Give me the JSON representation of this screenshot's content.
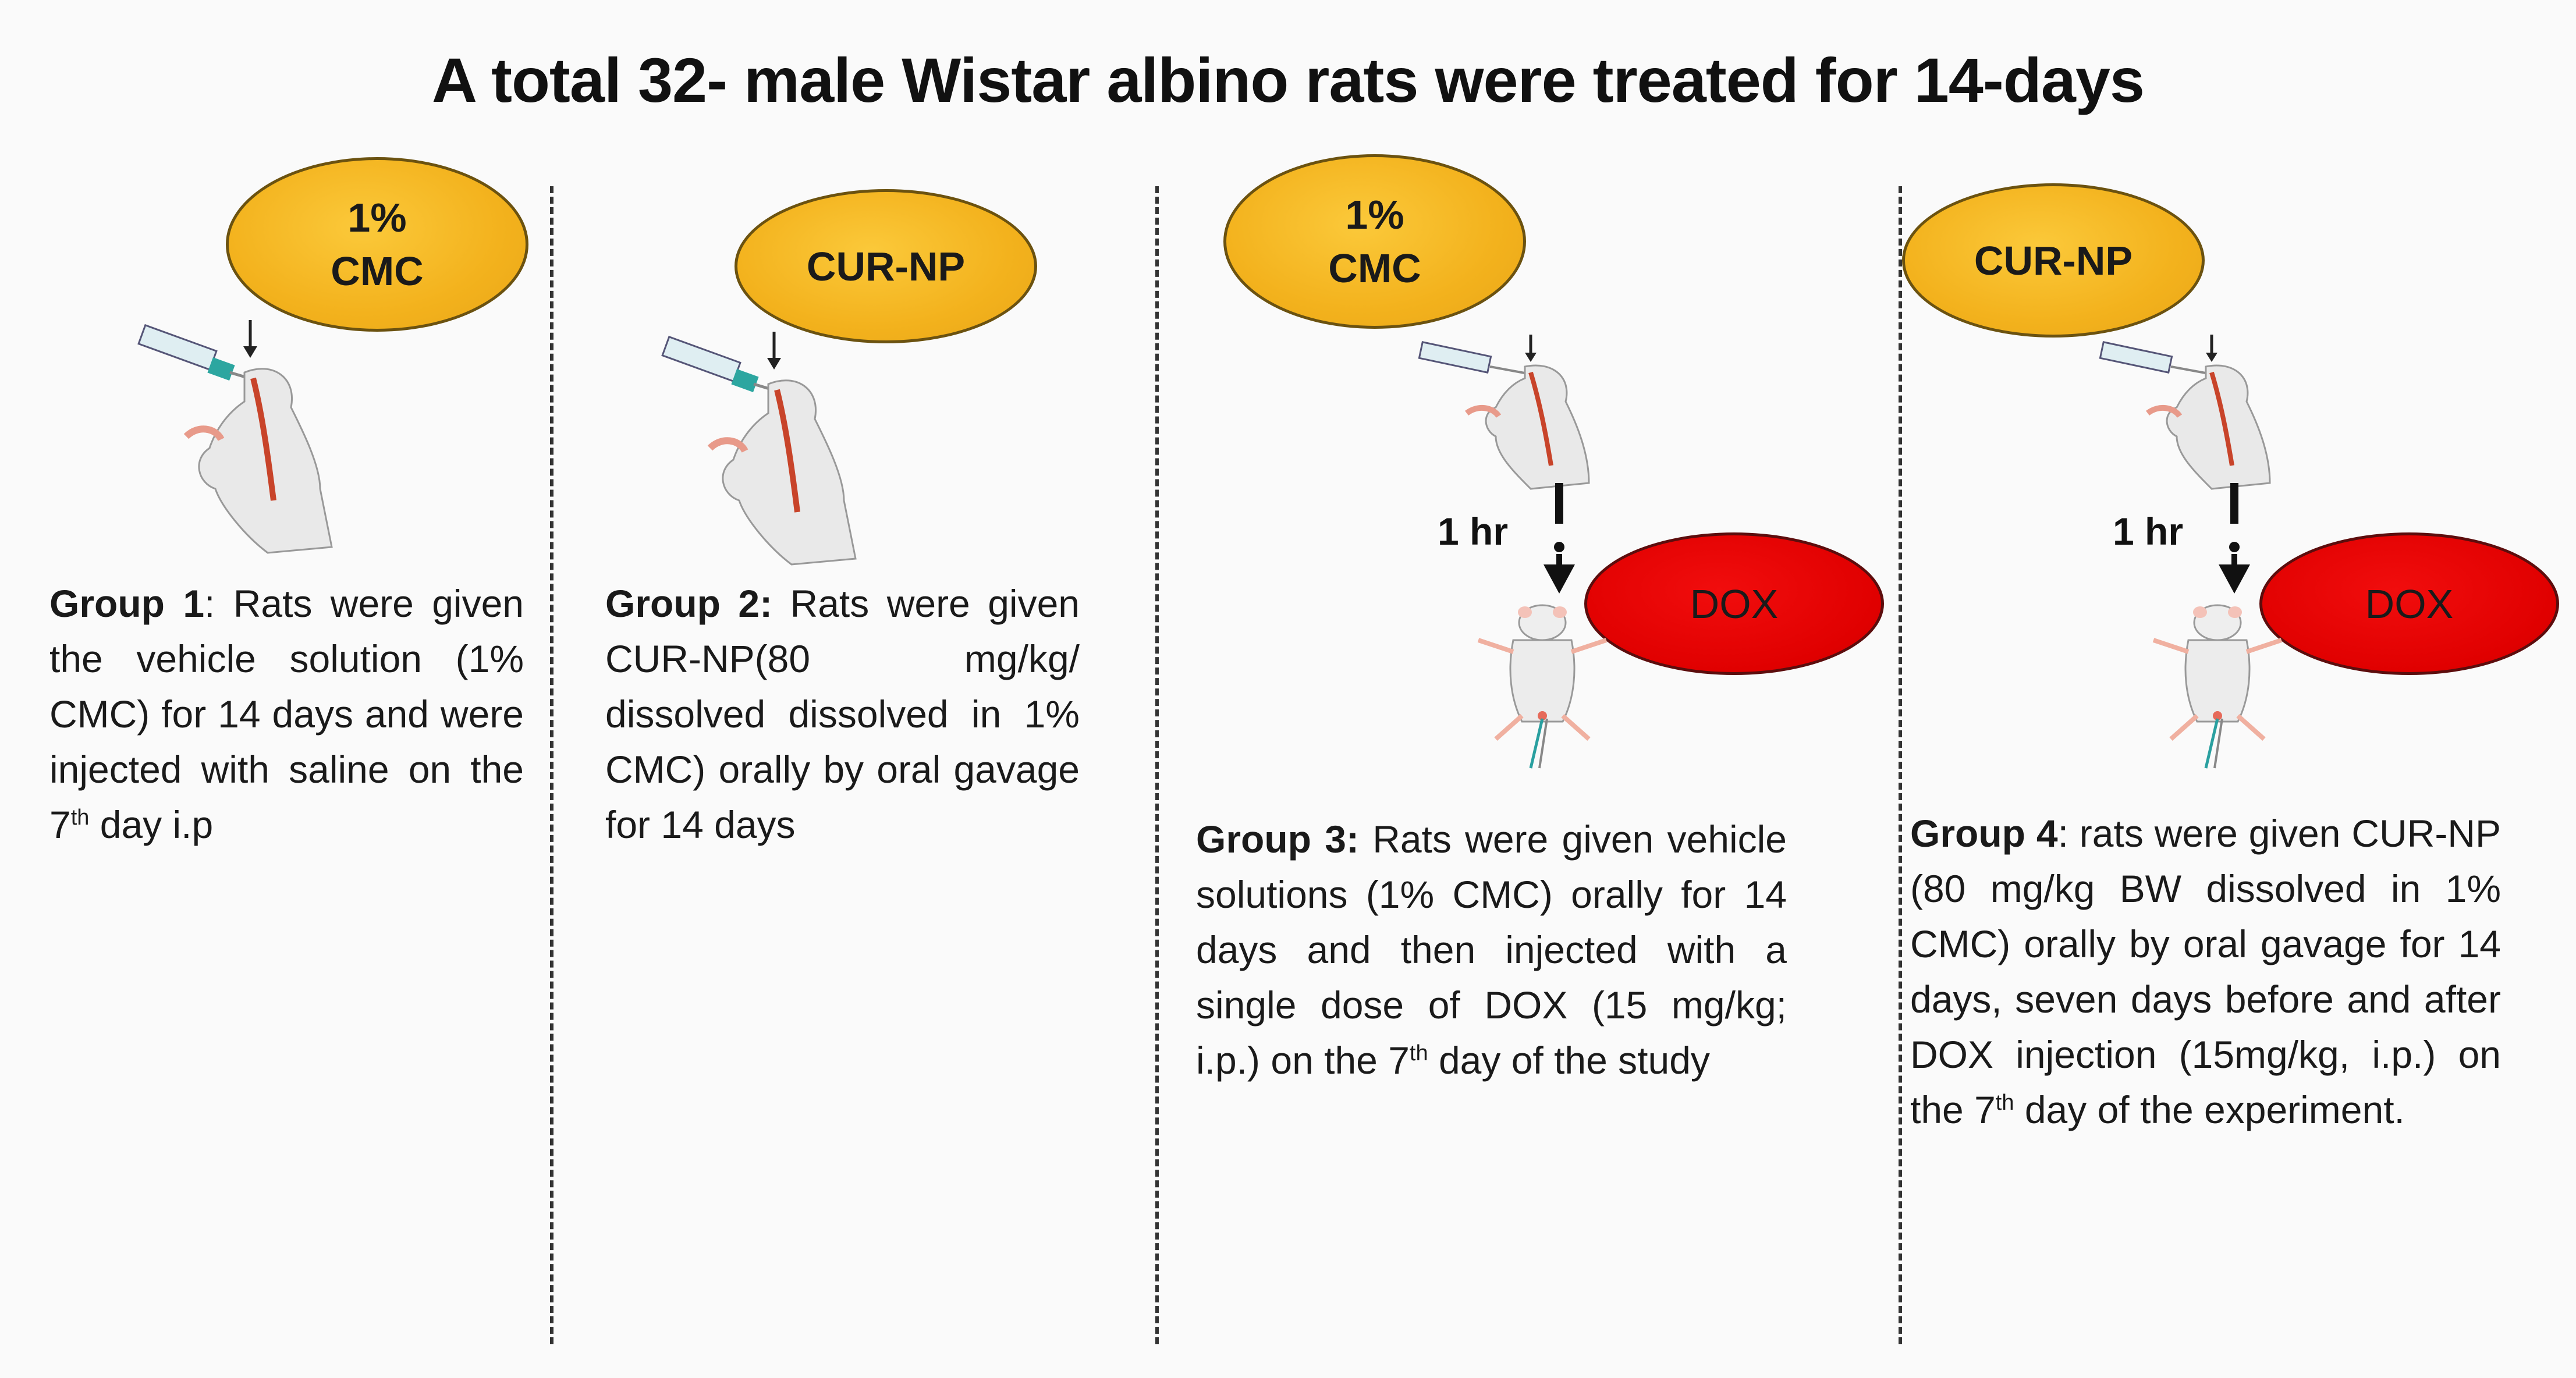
{
  "title": "A total 32- male Wistar albino rats were treated for 14-days",
  "groups": [
    {
      "ellipse_top": "1%",
      "ellipse_bottom": "CMC",
      "label": "Group 1",
      "desc_a": ": Rats were given the vehicle solution (1% CMC) for 14 days and were injected with saline on the 7",
      "desc_sup": "th",
      "desc_b": " day i.p"
    },
    {
      "ellipse_text": "CUR-NP",
      "label": "Group 2:",
      "desc_a": " Rats were given CUR-NP(80 mg/kg/ dissolved dissolved in 1% CMC) orally by oral gavage for 14 days"
    },
    {
      "ellipse_top": "1%",
      "ellipse_bottom": "CMC",
      "interval": "1 hr",
      "second_ellipse": "DOX",
      "label": "Group 3:",
      "desc_a": " Rats were given vehicle solutions (1% CMC) orally for 14 days and then injected with a single dose of DOX (15 mg/kg; i.p.) on the 7",
      "desc_sup": "th",
      "desc_b": " day of the study"
    },
    {
      "ellipse_text": "CUR-NP",
      "interval": "1 hr",
      "second_ellipse": "DOX",
      "label": "Group 4",
      "desc_a": ": rats were given CUR-NP (80 mg/kg BW dissolved in 1% CMC) orally by oral gavage for 14 days, seven days before and after DOX injection (15mg/kg, i.p.) on the 7",
      "desc_sup": "th",
      "desc_b": " day of the experiment."
    }
  ],
  "colors": {
    "ellipse_fill": "#f3b21d",
    "dox_fill": "#e00000",
    "divider": "#333333"
  }
}
